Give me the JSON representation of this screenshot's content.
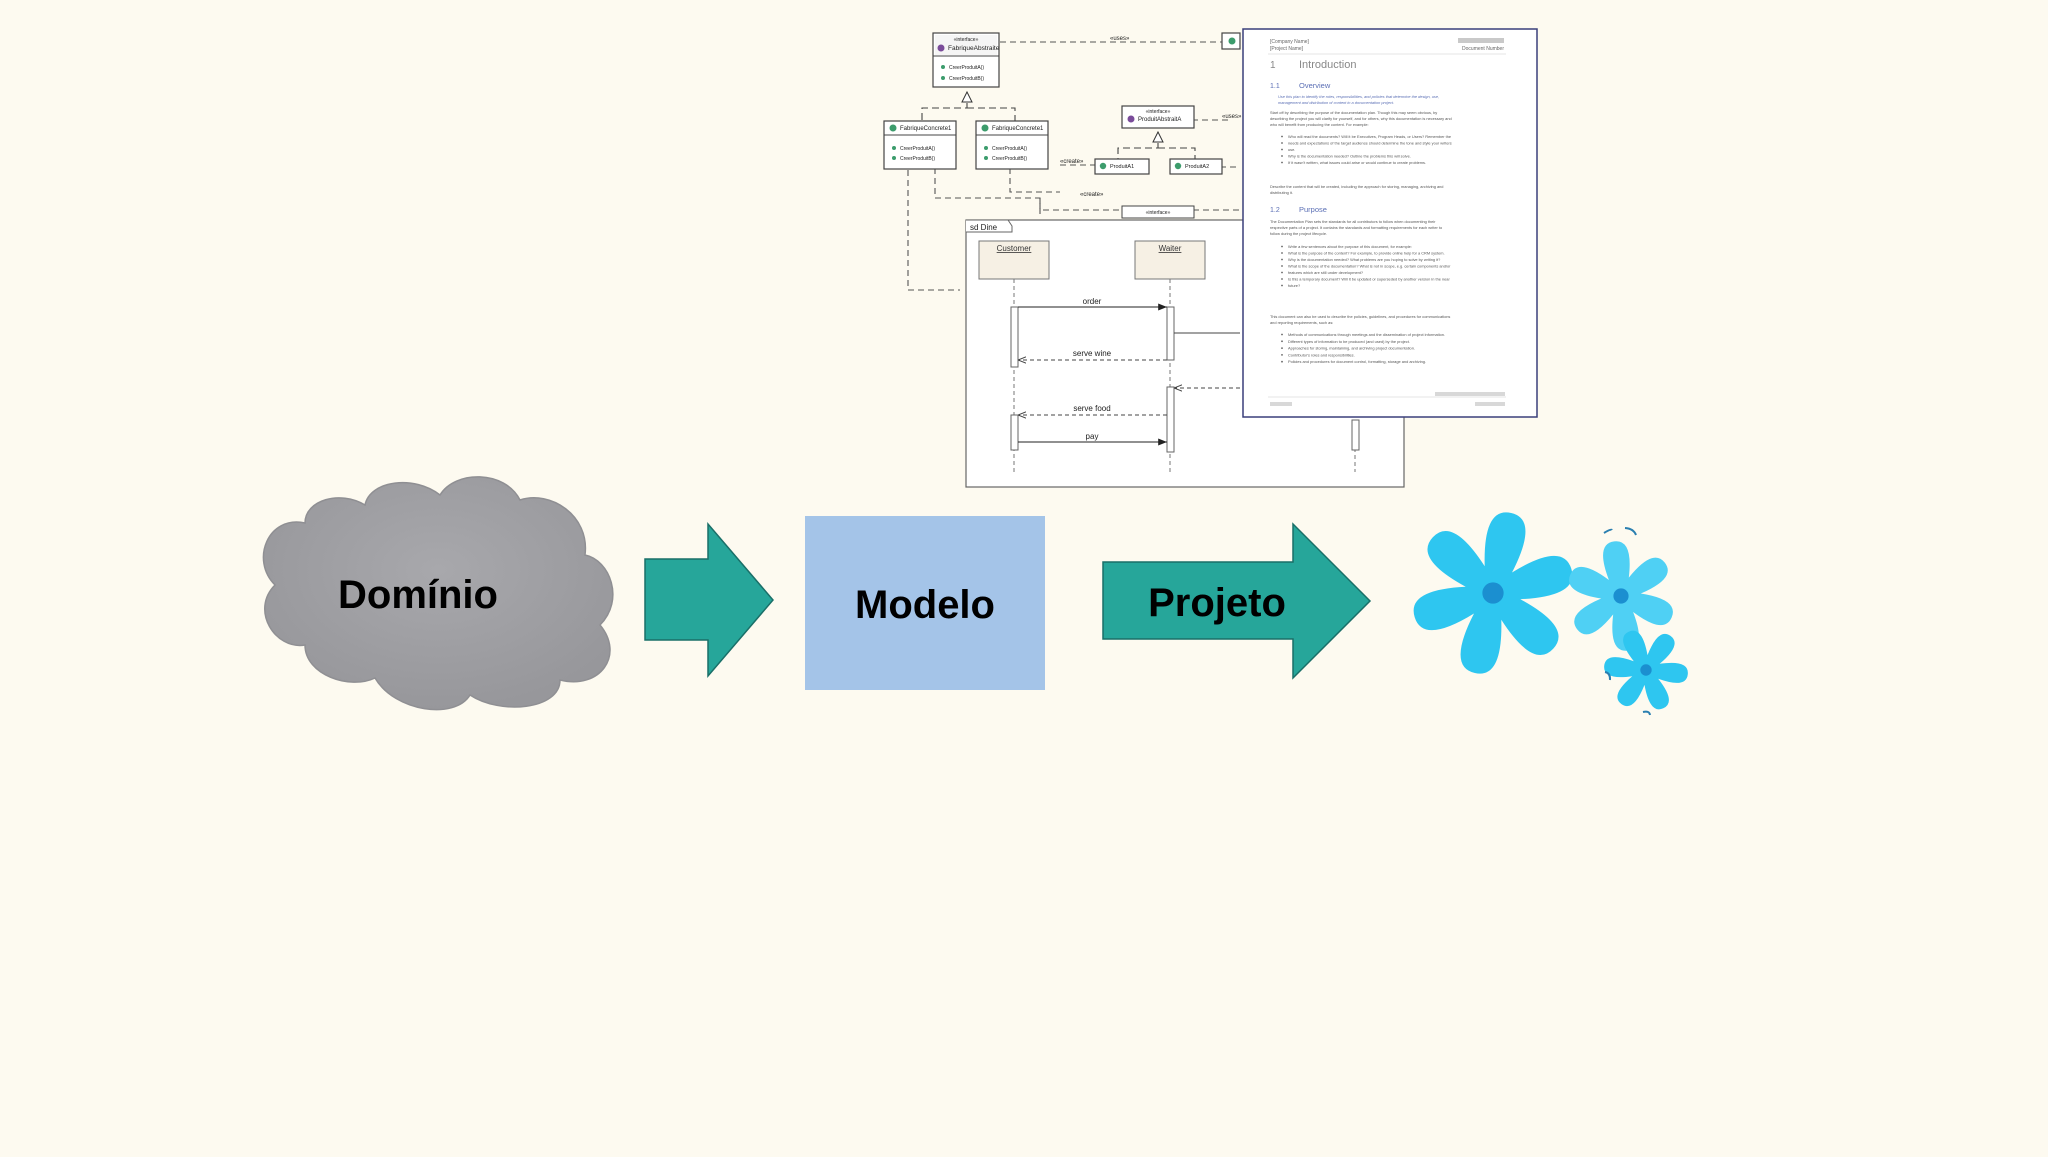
{
  "flow": {
    "step1": "Domínio",
    "step2": "Modelo",
    "step3": "Projeto"
  },
  "colors": {
    "background": "#fdfaf0",
    "cloud": "#a0a0a4",
    "arrow": "#26a69a",
    "model_box": "#a4c4e8",
    "gear": "#2ec6f0"
  },
  "class_diagram": {
    "abstract_factory": {
      "stereotype": "«interface»",
      "name": "FabriqueAbstraite",
      "ops": [
        "CreerProduitA()",
        "CreerProduitB()"
      ]
    },
    "concrete_factory_1": {
      "name": "FabriqueConcrete1",
      "ops": [
        "CreerProduitA()",
        "CreerProduitB()"
      ]
    },
    "concrete_factory_2": {
      "name": "FabriqueConcrete1",
      "ops": [
        "CreerProduitA()",
        "CreerProduitB()"
      ]
    },
    "abstract_product": {
      "stereotype": "«interface»",
      "name": "ProduitAbstraitA"
    },
    "product_a1": "ProduitA1",
    "product_a2": "ProduitA2",
    "edge_label_top": "«uses»",
    "edge_label_create_1": "«create»",
    "edge_label_create_2": "«create»",
    "edge_label_uses_2": "«uses»"
  },
  "sequence_diagram": {
    "frame_label": "sd Dine",
    "lifeline_1": "Customer",
    "lifeline_2": "Waiter",
    "messages": [
      "order",
      "serve wine",
      "serve food",
      "pay"
    ],
    "hidden_interface": "«interface»"
  },
  "document": {
    "header_left_1": "[Company Name]",
    "header_left_2": "[Project Name]",
    "header_right": "Document Number",
    "h1_num": "1",
    "h1": "Introduction",
    "s1_num": "1.1",
    "s1": "Overview",
    "s1_intro": [
      "Use this plan to identify the roles, responsibilities, and policies that determine the design, use,",
      "management and distribution of content in a documentation project."
    ],
    "s1_body": [
      "Start off by describing the purpose of the documentation plan. Though this may seem obvious, by",
      "describing the project you will clarify for yourself, and for others, why this documentation is necessary and",
      "who will benefit from producing the content. For example:"
    ],
    "s1_bullets": [
      "Who will read the documents? Will it be Executives, Program Heads, or Users? Remember the",
      "needs and expectations of the target audience should determine the tone and style your writers",
      "use.",
      "Why is the documentation needed? Outline the problems this will solve.",
      "If it wasn't written, what issues could arise or would continue to create problems."
    ],
    "s1_after": [
      "Describe the content that will be created, including the approach for storing, managing, archiving and",
      "distributing it."
    ],
    "s2_num": "1.2",
    "s2": "Purpose",
    "s2_body": [
      "The Documentation Plan sets the standards for all contributors to follow when documenting their",
      "respective parts of a project. It contains the standards and formatting requirements for each writer to",
      "follow during the project lifecycle."
    ],
    "s2_bullets": [
      "Write a few sentences about the purpose of this document, for example:",
      "What is the purpose of the content? For example, to provide online help for a CRM system.",
      "Why is the documentation needed? What problems are you hoping to solve by writing it?",
      "What is the scope of the documentation? What is not in scope, e.g. certain components and/or",
      "features which are still under development?",
      "Is this a temporary document? Will it be updated or superseded by another version in the near",
      "future?"
    ],
    "s2_after": [
      "This document can also be used to describe the policies, guidelines, and procedures for communications",
      "and reporting requirements, such as:"
    ],
    "s2_bullets_2": [
      "Methods of communications through meetings and the dissemination of project information.",
      "Different types of information to be produced (and used) by the project.",
      "Approaches for storing, maintaining, and archiving project documentation.",
      "Contributor's roles and responsibilities.",
      "Policies and procedures for document control, formatting, storage and archiving."
    ],
    "footer_center": "",
    "footer_left": "",
    "footer_right": ""
  }
}
